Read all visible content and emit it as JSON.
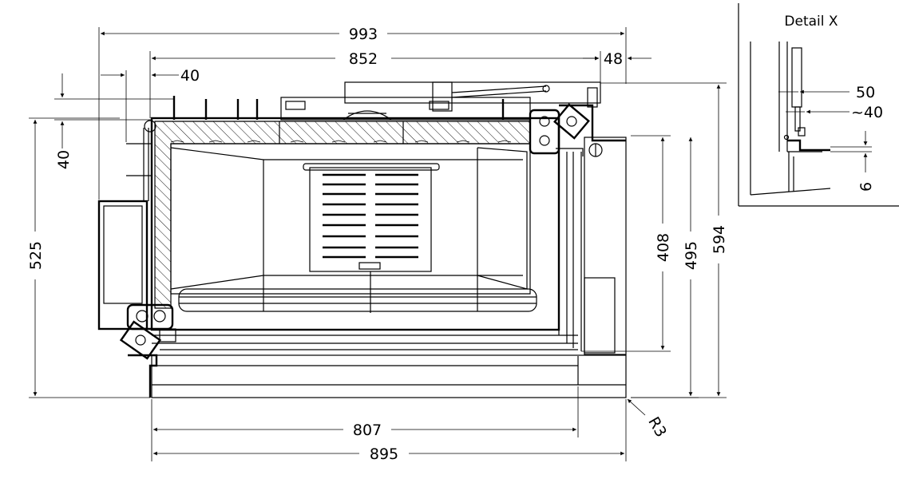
{
  "dimensions": {
    "overall_width": "993",
    "inner_width": "852",
    "side_offset": "48",
    "top_offset_h": "40",
    "top_offset_v": "40",
    "left_height": "525",
    "right_height_inner": "408",
    "right_height_mid": "495",
    "right_height_outer": "594",
    "bottom_inner": "807",
    "bottom_outer": "895",
    "radius": "R3"
  },
  "detail": {
    "title": "Detail X",
    "dim_a": "50",
    "dim_b": "~40",
    "dim_c": "6"
  }
}
